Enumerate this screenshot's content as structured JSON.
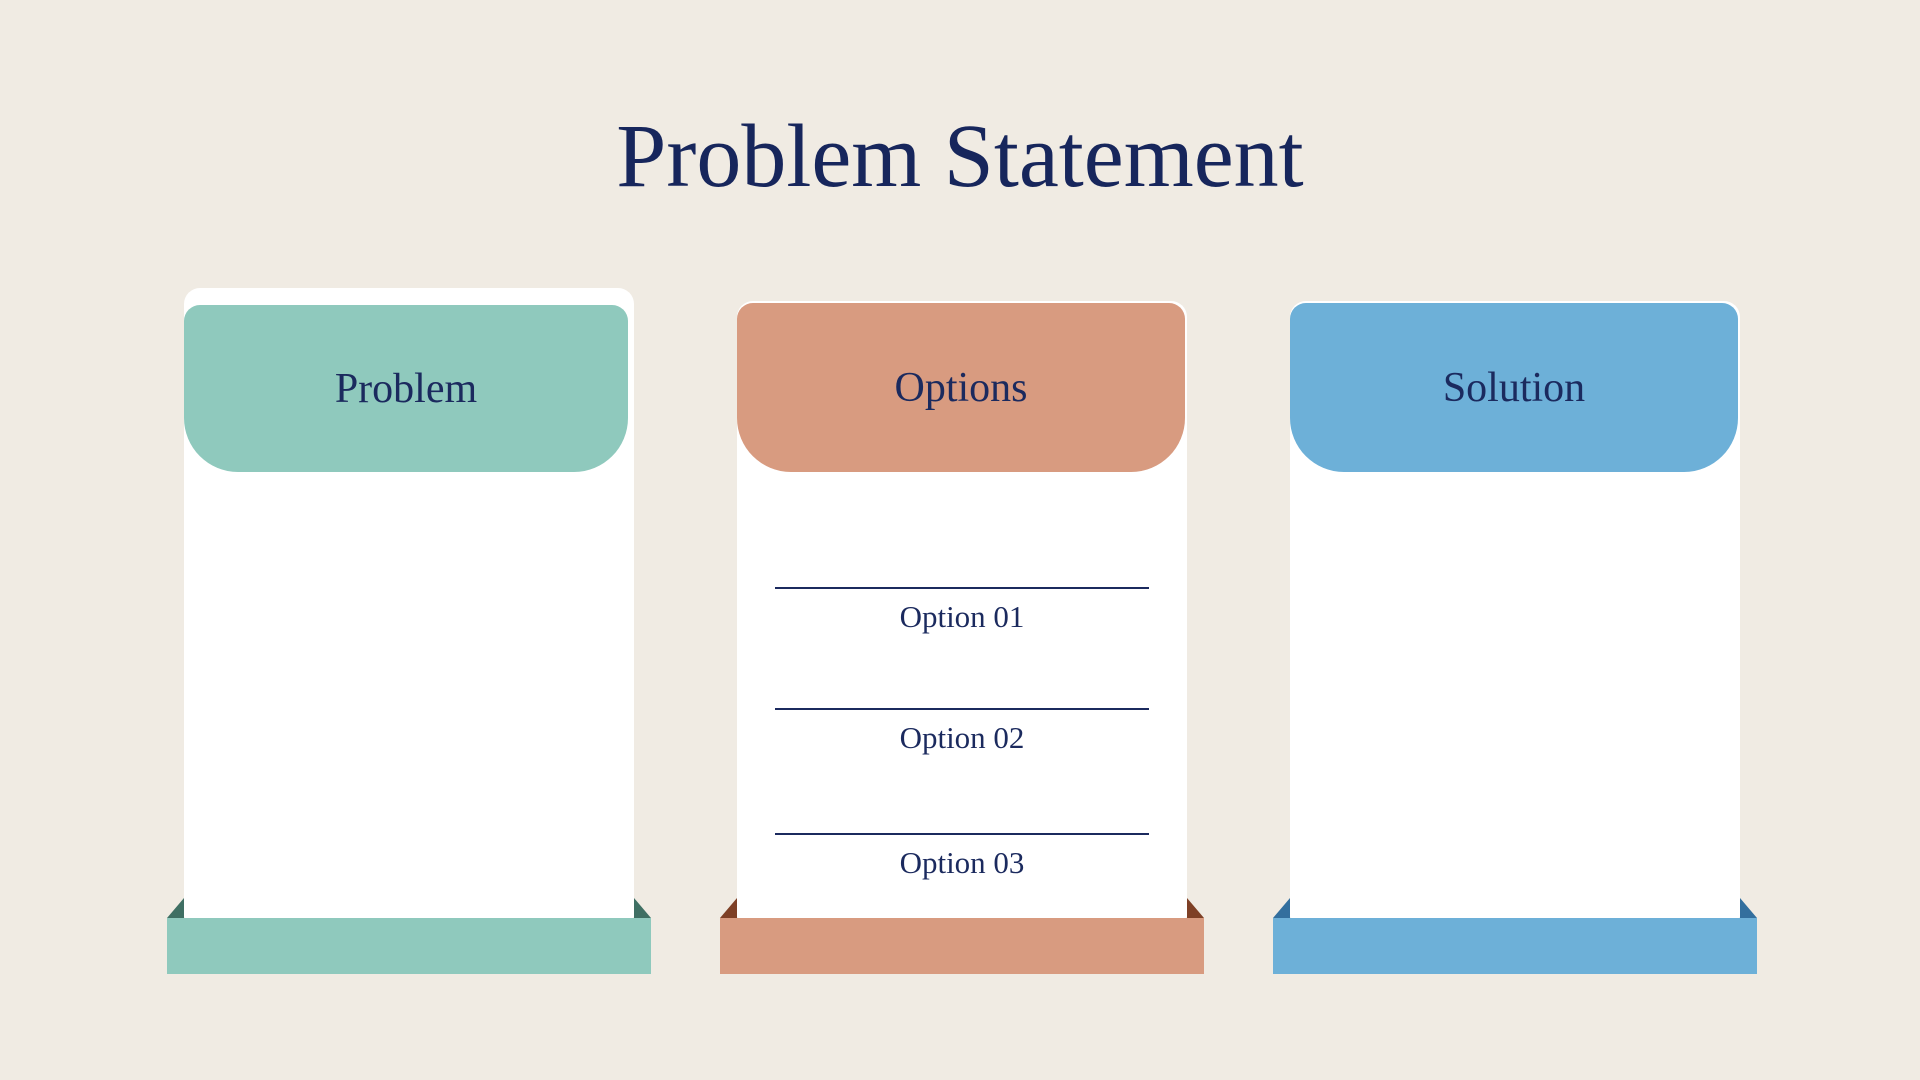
{
  "slide": {
    "title": "Problem Statement"
  },
  "colors": {
    "background": "#F0EBE3",
    "heading_text": "#17265C",
    "body_text": "#1B2A5E",
    "card_paper": "#FFFFFF",
    "divider_line": "#1B2A5E"
  },
  "cards": [
    {
      "label": "Problem",
      "accent": "#8FC9BD",
      "accent_dark": "#3F6F63",
      "items": []
    },
    {
      "label": "Options",
      "accent": "#D89B80",
      "accent_dark": "#7E4026",
      "items": [
        "Option 01",
        "Option 02",
        "Option 03"
      ]
    },
    {
      "label": "Solution",
      "accent": "#6DB0D8",
      "accent_dark": "#336F9E",
      "items": []
    }
  ]
}
